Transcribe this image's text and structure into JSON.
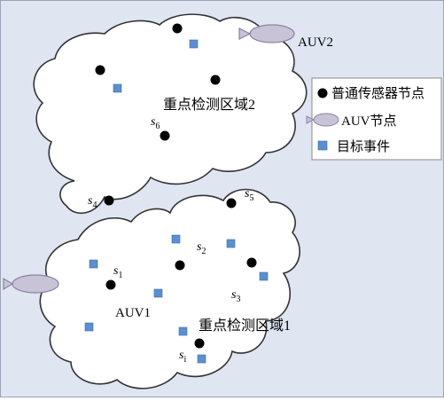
{
  "colors": {
    "background": "#dfe6f2",
    "cloud_fill": "#ffffff",
    "cloud_stroke": "#333333",
    "sensor": "#000000",
    "target": "#5b8fd0",
    "auv_fill": "#c9c3d8",
    "auv_stroke": "#8a82a4"
  },
  "regions": {
    "region2_label": "重点检测区域2",
    "region1_label": "重点检测区域1"
  },
  "auvs": {
    "auv2_label": "AUV2",
    "auv1_label": "AUV1"
  },
  "sensor_labels": {
    "s1": {
      "base": "s",
      "sub": "1"
    },
    "s2": {
      "base": "s",
      "sub": "2"
    },
    "s3": {
      "base": "s",
      "sub": "3"
    },
    "s4": {
      "base": "s",
      "sub": "4"
    },
    "s5": {
      "base": "s",
      "sub": "5"
    },
    "s6": {
      "base": "s",
      "sub": "6"
    },
    "si": {
      "base": "s",
      "sub": "i"
    }
  },
  "legend": {
    "sensor_label": "普通传感器节点",
    "auv_label": "AUV节点",
    "target_label": "目标事件"
  }
}
